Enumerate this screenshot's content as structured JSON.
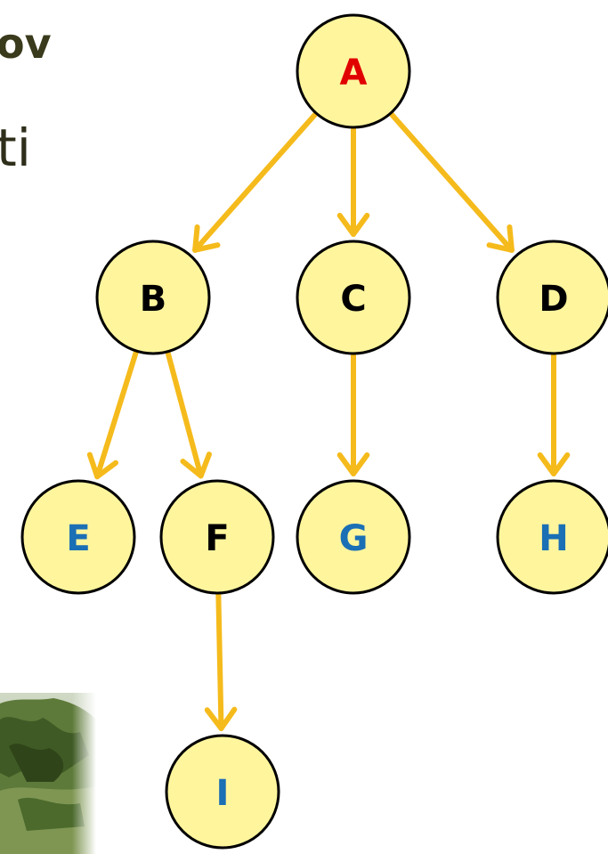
{
  "slide": {
    "title_fragment": "ov",
    "subtitle_fragment": "ti"
  },
  "colors": {
    "node_fill": "#fff59d",
    "node_stroke": "#000000",
    "edge": "#f5bb1c",
    "root_label": "#e10000",
    "leaf_label": "#1a6fb5",
    "internal_label": "#000000"
  },
  "tree": {
    "nodes": [
      {
        "id": "A",
        "label": "A",
        "kind": "root"
      },
      {
        "id": "B",
        "label": "B",
        "kind": "internal"
      },
      {
        "id": "C",
        "label": "C",
        "kind": "internal"
      },
      {
        "id": "D",
        "label": "D",
        "kind": "internal"
      },
      {
        "id": "E",
        "label": "E",
        "kind": "leaf"
      },
      {
        "id": "F",
        "label": "F",
        "kind": "internal"
      },
      {
        "id": "G",
        "label": "G",
        "kind": "leaf"
      },
      {
        "id": "H",
        "label": "H",
        "kind": "leaf"
      },
      {
        "id": "I",
        "label": "I",
        "kind": "leaf"
      }
    ],
    "edges": [
      {
        "from": "A",
        "to": "B"
      },
      {
        "from": "A",
        "to": "C"
      },
      {
        "from": "A",
        "to": "D"
      },
      {
        "from": "B",
        "to": "E"
      },
      {
        "from": "B",
        "to": "F"
      },
      {
        "from": "C",
        "to": "G"
      },
      {
        "from": "D",
        "to": "H"
      },
      {
        "from": "F",
        "to": "I"
      }
    ]
  }
}
